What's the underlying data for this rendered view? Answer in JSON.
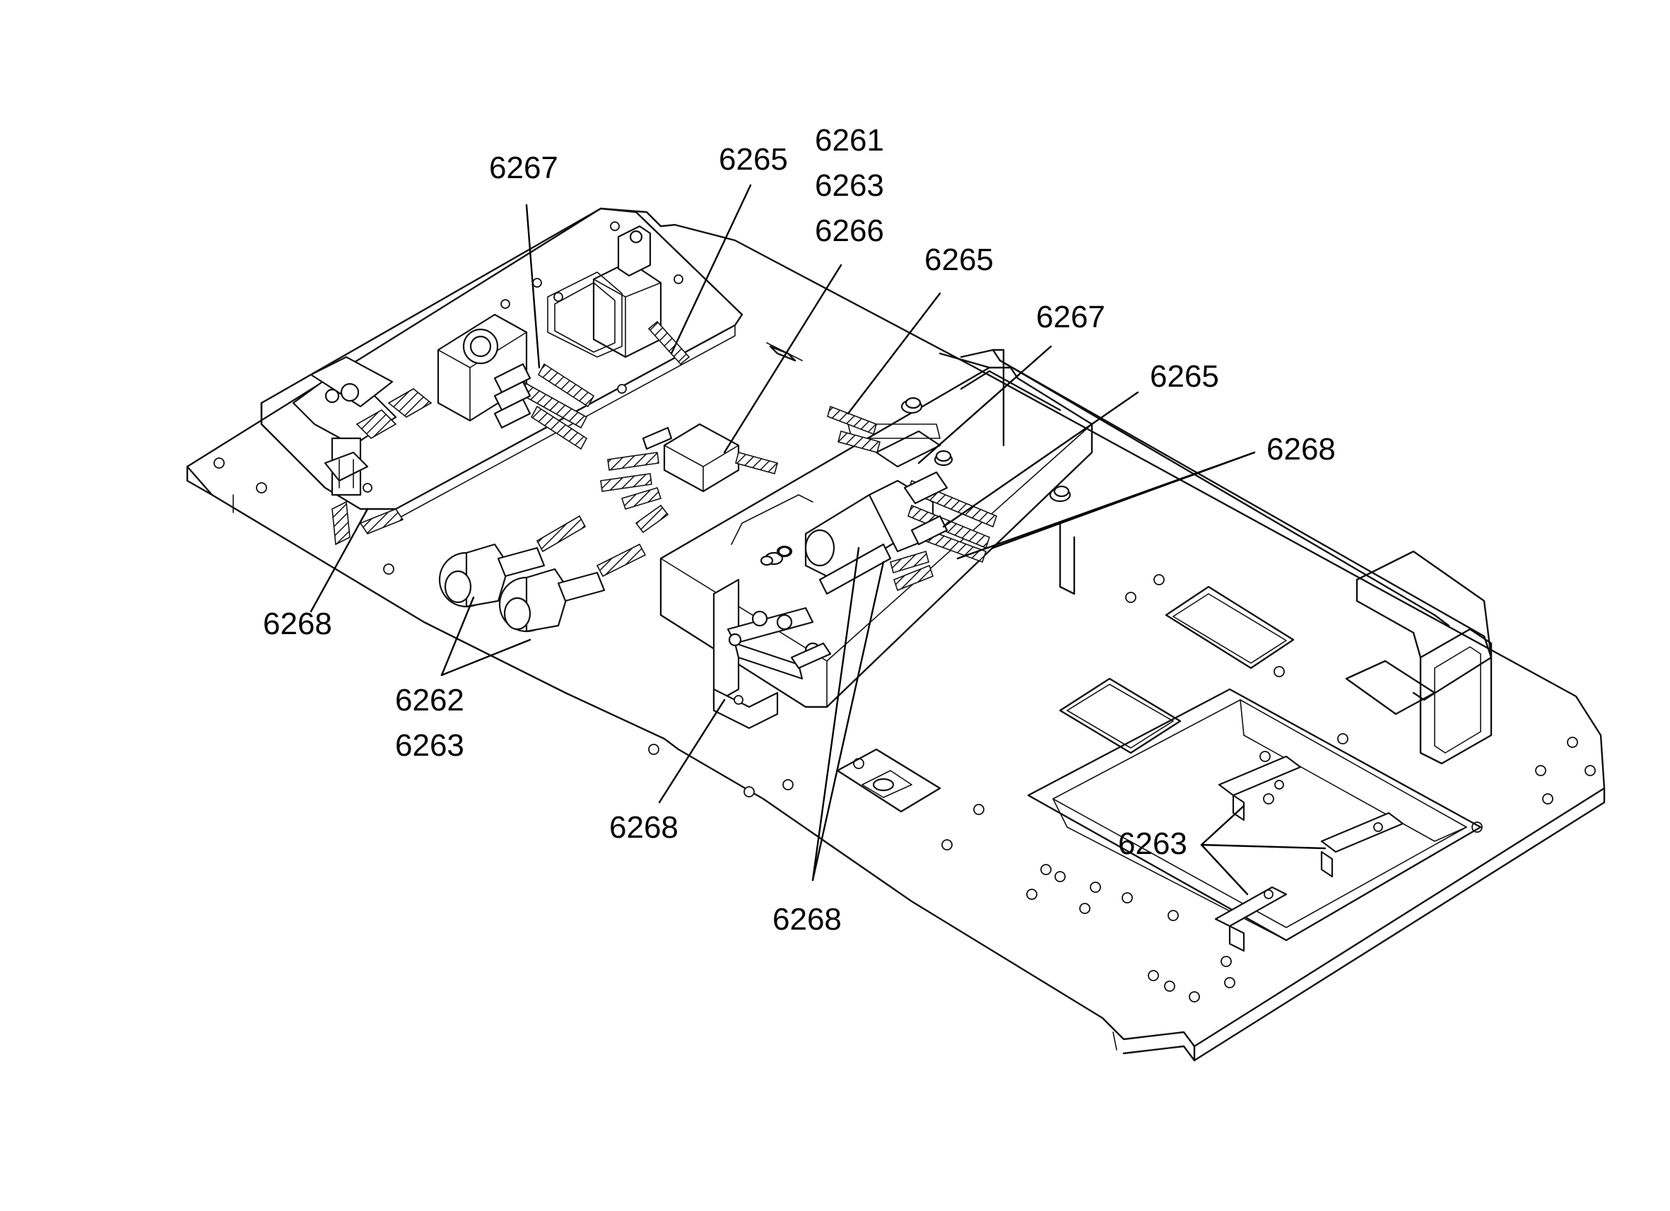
{
  "callouts": [
    {
      "id": "c1",
      "text": "6267"
    },
    {
      "id": "c2",
      "text": "6265"
    },
    {
      "id": "c3",
      "text": "6261"
    },
    {
      "id": "c4",
      "text": "6263"
    },
    {
      "id": "c5",
      "text": "6266"
    },
    {
      "id": "c6",
      "text": "6265"
    },
    {
      "id": "c7",
      "text": "6267"
    },
    {
      "id": "c8",
      "text": "6265"
    },
    {
      "id": "c9",
      "text": "6268"
    },
    {
      "id": "c10",
      "text": "6268"
    },
    {
      "id": "c11",
      "text": "6262"
    },
    {
      "id": "c12",
      "text": "6263"
    },
    {
      "id": "c13",
      "text": "6268"
    },
    {
      "id": "c14",
      "text": "6263"
    },
    {
      "id": "c15",
      "text": "6268"
    }
  ]
}
